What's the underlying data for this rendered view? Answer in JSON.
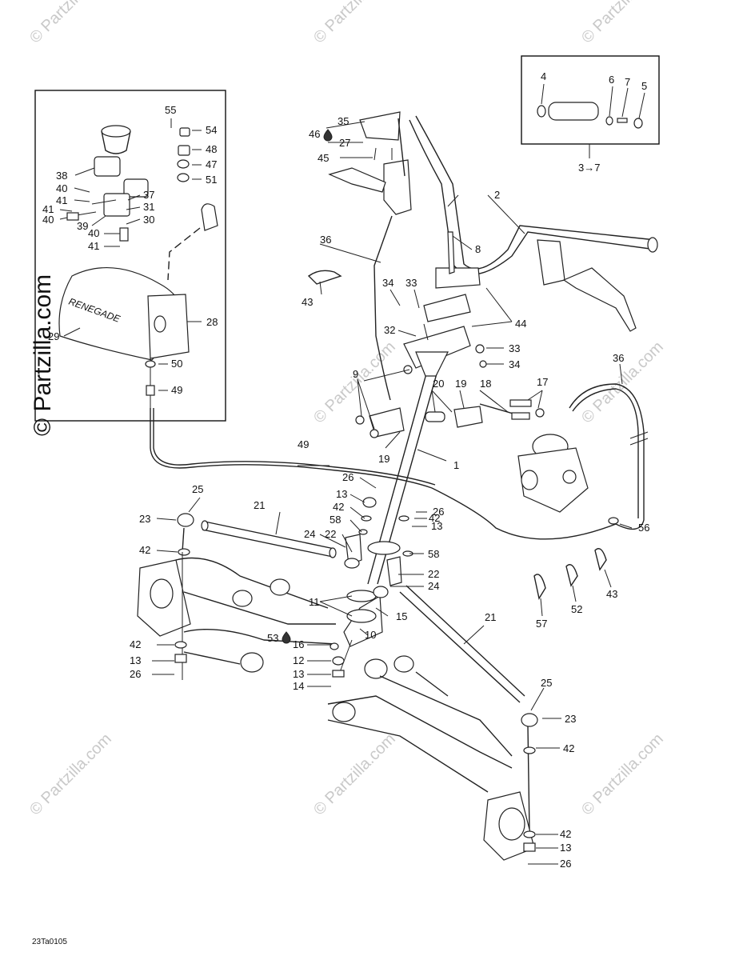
{
  "watermark": "© Partzilla.com",
  "diagram_code": "23Ta0105",
  "kit_label": "3→7",
  "callouts": {
    "c1": "1",
    "c2": "2",
    "c4": "4",
    "c5": "5",
    "c6": "6",
    "c7": "7",
    "c8": "8",
    "c9": "9",
    "c10": "10",
    "c11": "11",
    "c12": "12",
    "c13": "13",
    "c14": "14",
    "c15": "15",
    "c16": "16",
    "c17": "17",
    "c18": "18",
    "c19": "19",
    "c20": "20",
    "c21": "21",
    "c22": "22",
    "c23": "23",
    "c24": "24",
    "c25": "25",
    "c26": "26",
    "c27": "27",
    "c28": "28",
    "c29": "29",
    "c30": "30",
    "c31": "31",
    "c32": "32",
    "c33": "33",
    "c34": "34",
    "c35": "35",
    "c36": "36",
    "c37": "37",
    "c38": "38",
    "c39": "39",
    "c40": "40",
    "c41": "41",
    "c42": "42",
    "c43": "43",
    "c44": "44",
    "c45": "45",
    "c46": "46",
    "c47": "47",
    "c48": "48",
    "c49": "49",
    "c50": "50",
    "c51": "51",
    "c52": "52",
    "c53": "53",
    "c54": "54",
    "c55": "55",
    "c56": "56",
    "c57": "57",
    "c58": "58"
  },
  "icons": {
    "lubricant": "oil-drop-icon"
  },
  "colors": {
    "ink": "#222222",
    "watermark": "#c9c9c9"
  }
}
